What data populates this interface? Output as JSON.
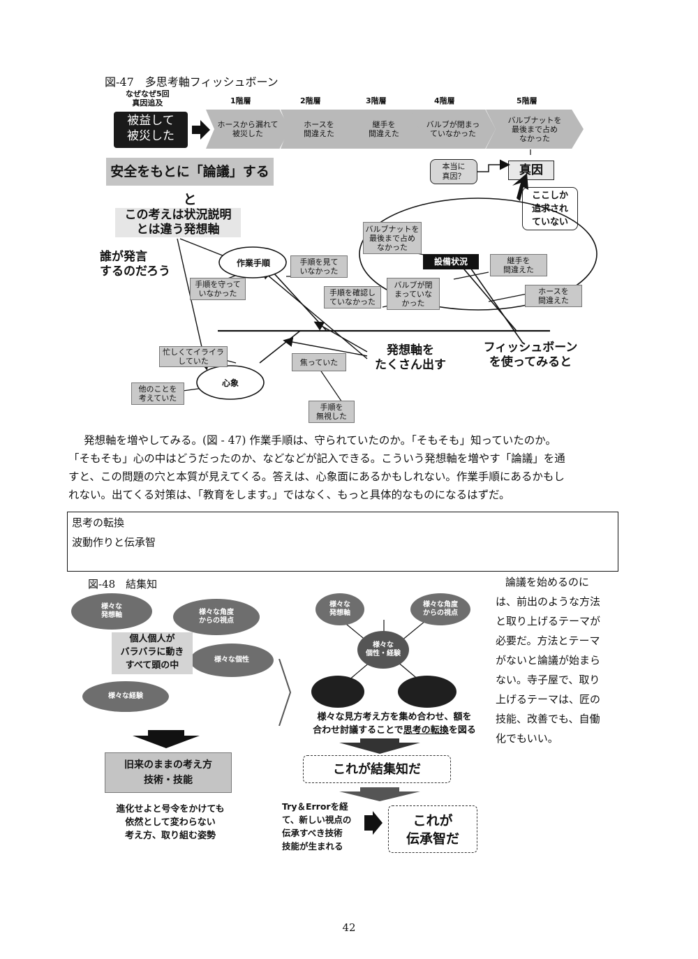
{
  "figure47": {
    "title": "図-47　多思考軸フィッシュボーン",
    "why_header": "なぜなぜ5回\n真因追及",
    "stage_labels": [
      "1階層",
      "2階層",
      "3階層",
      "4階層",
      "5階層"
    ],
    "start_box": "被益して\n被災した",
    "stages": [
      "ホースから漏れて\n被災した",
      "ホースを\n間違えた",
      "継手を\n間違えた",
      "バルブが閉まっ\nていなかった",
      "バルブナットを\n最後まで占め\nなかった"
    ],
    "safety_banner": "安全をもとに「論議」すると",
    "honto_box": "本当に\n真因？",
    "shinin_box": "真因",
    "koko_box": "ここしか\n追求され\nていない",
    "thought_axis_note": "この考えは状況説明\nとは違う発想軸",
    "who_note": "誰が発言\nするのだろう",
    "sagyo_label": "作業手順",
    "setsubi_label": "設備状況",
    "shinsho_label": "心象",
    "boxes": {
      "nut": "バルブナットを\n最後まで占め\nなかった",
      "tejun_miru": "手順を見て\nいなかった",
      "tejun_mamoru": "手順を守って\nいなかった",
      "tejun_kakunin": "手順を確認し\nていなかった",
      "valve": "バルブが閉\nまっていな\nかった",
      "tsugite": "継手を\n間違えた",
      "hose": "ホースを\n間違えた",
      "isogashii": "忙しくてイライラ\nしていた",
      "hoka": "他のことを\n考えていた",
      "aseri": "焦っていた",
      "tejun_mushi": "手順を\n無視した"
    },
    "hassou_note": "発想軸を\nたくさん出す",
    "fishbone_note": "フィッシュボーン\nを使ってみると"
  },
  "paragraph": [
    "発想軸を増やしてみる。(図 - 47) 作業手順は、守られていたのか。「そもそも」知っていたのか。",
    "「そもそも」心の中はどうだったのか、などなどが記入できる。こういう発想軸を増やす「論議」を通",
    "すと、この問題の穴と本質が見えてくる。答えは、心象面にあるかもしれない。作業手順にあるかもし",
    "れない。出てくる対策は、「教育をします。」ではなく、もっと具体的なものになるはずだ。"
  ],
  "framed_box": {
    "line1": "思考の転換",
    "line2": "波動作りと伝承智"
  },
  "figure48": {
    "title": "図-48　結集知",
    "left_ellipses": [
      "様々な\n発想軸",
      "様々な角度\nからの視点",
      "様々な個性",
      "様々な経験"
    ],
    "individual_box": "個人個人が\nバラバラに動き\nすべて頭の中",
    "old_box": "旧来のままの考え方\n技術・技能",
    "old_caption": "進化せよと号令をかけても\n依然として変わらない\n考え方、取り組む姿勢",
    "right_ellipses": [
      "様々な\n発想軸",
      "様々な角度\nからの視点"
    ],
    "center_ellipse": "様々な\n個性・経験",
    "gather_caption_1": "様々な見方考え方を集め合わせ、額を",
    "gather_caption_2a": "合わせ討議することで",
    "gather_caption_2b": "思考の転換",
    "gather_caption_2c": "を図る",
    "kesshu_box": "これが結集知だ",
    "tryerror": "Try＆Errorを経\nて、新しい視点の\n伝承すべき技術\n技能が生まれる",
    "densho_box": "これが\n伝承智だ"
  },
  "side_text": [
    "論議を始めるのに",
    "は、前出のような方法",
    "と取り上げるテーマが",
    "必要だ。方法とテーマ",
    "がないと論議が始まら",
    "ない。寺子屋で、取り",
    "上げるテーマは、匠の",
    "技能、改善でも、自働",
    "化でもいい。"
  ],
  "page_number": "42"
}
